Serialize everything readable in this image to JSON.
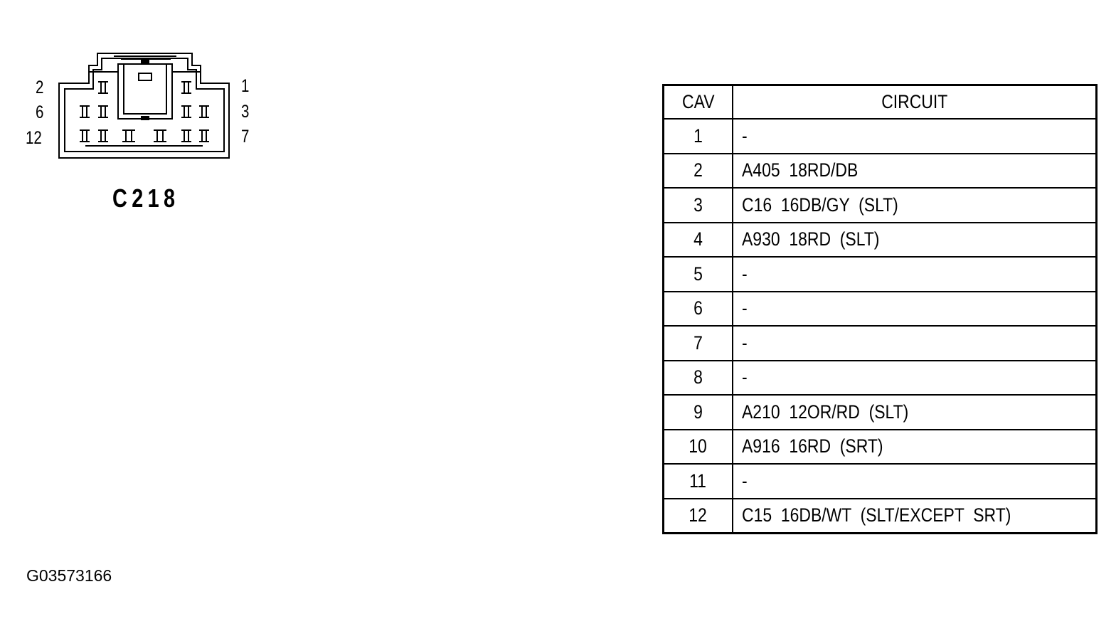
{
  "connector": {
    "name": "C218",
    "pin_labels": {
      "top_left": "2",
      "mid_left": "6",
      "bottom_left": "12",
      "top_right": "1",
      "mid_right": "3",
      "bottom_right": "7"
    }
  },
  "table": {
    "headers": {
      "cav": "CAV",
      "circuit": "CIRCUIT"
    },
    "rows": [
      {
        "cav": "1",
        "circuit": "-"
      },
      {
        "cav": "2",
        "circuit": "A405  18RD/DB"
      },
      {
        "cav": "3",
        "circuit": "C16  16DB/GY  (SLT)"
      },
      {
        "cav": "4",
        "circuit": "A930  18RD  (SLT)"
      },
      {
        "cav": "5",
        "circuit": "-"
      },
      {
        "cav": "6",
        "circuit": "-"
      },
      {
        "cav": "7",
        "circuit": "-"
      },
      {
        "cav": "8",
        "circuit": "-"
      },
      {
        "cav": "9",
        "circuit": "A210  12OR/RD  (SLT)"
      },
      {
        "cav": "10",
        "circuit": "A916  16RD  (SRT)"
      },
      {
        "cav": "11",
        "circuit": "-"
      },
      {
        "cav": "12",
        "circuit": "C15  16DB/WT  (SLT/EXCEPT  SRT)"
      }
    ]
  },
  "figure_id": "G03573166"
}
